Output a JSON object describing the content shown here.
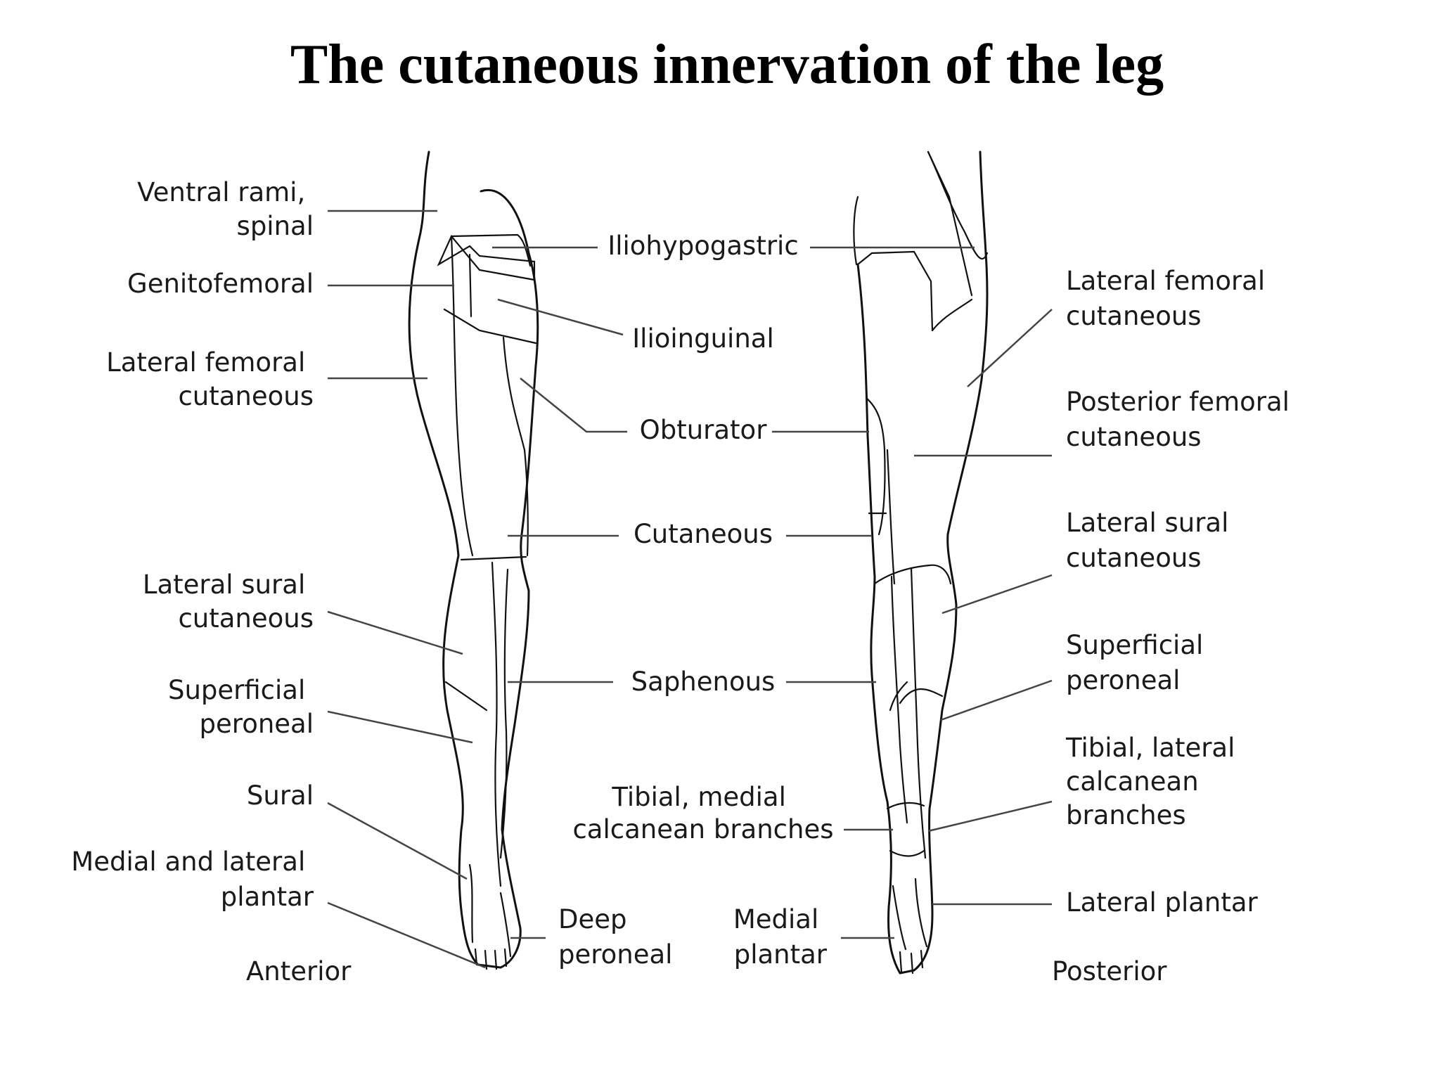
{
  "title": "The cutaneous innervation of the leg",
  "views": {
    "anterior": "Anterior",
    "posterior": "Posterior"
  },
  "labels": {
    "ventral_rami": [
      "Ventral rami,",
      "spinal"
    ],
    "genitofemoral": [
      "Genitofemoral"
    ],
    "lateral_femoral_left": [
      "Lateral femoral",
      "cutaneous"
    ],
    "lateral_sural_left": [
      "Lateral sural",
      "cutaneous"
    ],
    "superficial_peroneal_left": [
      "Superficial",
      "peroneal"
    ],
    "sural": [
      "Sural"
    ],
    "medial_lateral_plantar": [
      "Medial and lateral",
      "plantar"
    ],
    "iliohypogastric": [
      "Iliohypogastric"
    ],
    "ilioinguinal": [
      "Ilioinguinal"
    ],
    "obturator": [
      "Obturator"
    ],
    "cutaneous": [
      "Cutaneous"
    ],
    "saphenous": [
      "Saphenous"
    ],
    "tibial_medial": [
      "Tibial, medial",
      "calcanean branches"
    ],
    "deep_peroneal": [
      "Deep",
      "peroneal"
    ],
    "medial_plantar": [
      "Medial",
      "plantar"
    ],
    "lateral_femoral_right": [
      "Lateral femoral",
      "cutaneous"
    ],
    "posterior_femoral": [
      "Posterior femoral",
      "cutaneous"
    ],
    "lateral_sural_right": [
      "Lateral sural",
      "cutaneous"
    ],
    "superficial_peroneal_right": [
      "Superficial",
      "peroneal"
    ],
    "tibial_lateral": [
      "Tibial, lateral",
      "calcanean",
      "branches"
    ],
    "lateral_plantar": [
      "Lateral plantar"
    ]
  }
}
